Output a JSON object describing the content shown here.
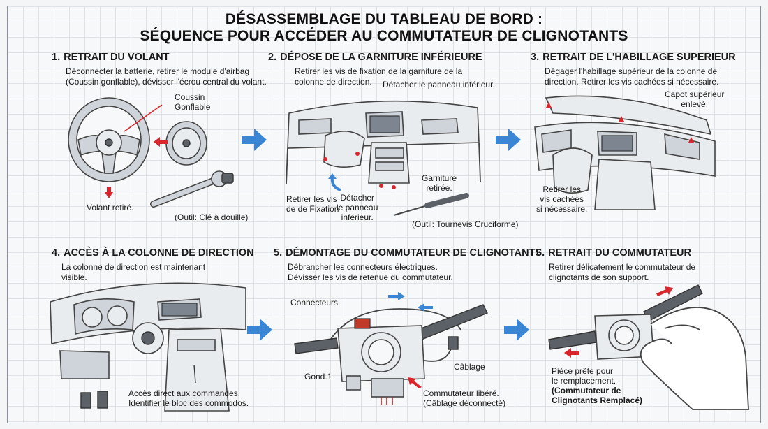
{
  "title": {
    "line1": "DÉSASSEMBLAGE DU TABLEAU DE BORD :",
    "line2": "SÉQUENCE POUR ACCÉDER AU COMMUTATEUR DE CLIGNOTANTS"
  },
  "colors": {
    "arrow_blue": "#3a86d4",
    "pointer_red": "#d8262c",
    "line": "#444444"
  },
  "steps": [
    {
      "number": "1.",
      "heading": "RETRAIT DU VOLANT",
      "description": "Déconnecter la batterie, retirer le module d'airbag\n(Coussin gonflable), dévisser l'écrou central du volant.",
      "labels": {
        "airbag": "Coussin\nGonflable",
        "removed": "Volant retiré.",
        "tool": "(Outil: Clé à douille)"
      }
    },
    {
      "number": "2.",
      "heading": "DÉPOSE DE LA GARNITURE INFÉRIEURE",
      "description": "Retirer les vis de fixation de la garniture de la\ncolonne de direction.",
      "labels": {
        "detach_panel": "Détacher le panneau inférieur.",
        "remove_screws": "Retirer les vis\nde de Fixation",
        "detach_lower": "Détacher\nle panneau\ninférieur.",
        "trim_removed": "Garniture\nretirée.",
        "tool": "(Outil: Tournevis Cruciforme)"
      }
    },
    {
      "number": "3.",
      "heading": "RETRAIT DE L'HABILLAGE SUPERIEUR",
      "description": "Dégager l'habillage supérieur de la colonne de\ndirection. Retirer les vis cachées si nécessaire.",
      "labels": {
        "hood": "Capot supérieur\nenlevé.",
        "hidden_screws": "Retirer les\nvis cachées\nsi nécessaire."
      }
    },
    {
      "number": "4.",
      "heading": "ACCÈS À LA COLONNE DE DIRECTION",
      "description": "La colonne de direction est maintenant\nvisible.",
      "labels": {
        "access": "Accès direct aux commandes.\nIdentifier le bloc des commodos."
      }
    },
    {
      "number": "5.",
      "heading": "DÉMONTAGE DU COMMUTATEUR DE CLIGNOTANTS",
      "description": "Débrancher les connecteurs électriques.\nDévisser les vis de retenue du commutateur.",
      "labels": {
        "connectors": "Connecteurs",
        "wiring": "Câblage",
        "gond": "Gond.1",
        "freed": "Commutateur libéré.\n(Câblage déconnecté)"
      }
    },
    {
      "number": "6.",
      "heading": "RETRAIT DU COMMUTATEUR",
      "description": "Retirer délicatement le commutateur de\nclignotants de son support.",
      "labels": {
        "ready": "Pièce prête pour\nle remplacement.",
        "replaced": "(Commutateur de\nClignotants Remplacé)"
      }
    }
  ]
}
